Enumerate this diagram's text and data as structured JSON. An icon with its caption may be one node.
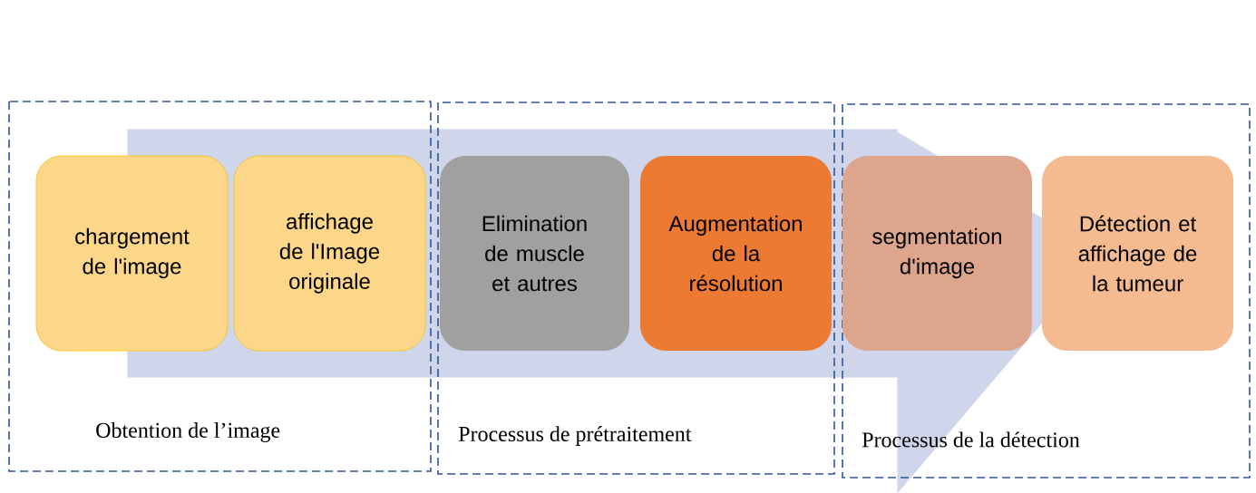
{
  "diagram": {
    "nodes": [
      {
        "text": [
          "Obtention de l’image"
        ]
      },
      {
        "text": [
          "chargement de l'image"
        ],
        "in": 0
      },
      {
        "text": [
          "affichage de l'Image originale"
        ],
        "in": 0
      },
      {
        "text": [
          "Processus de prétraitement"
        ]
      },
      {
        "text": [
          "Elimination de muscle et autres"
        ],
        "in": 3
      },
      {
        "text": [
          "Augmentation de la résolution"
        ],
        "in": 3
      },
      {
        "text": [
          "Processus de la détection"
        ]
      },
      {
        "text": [
          "segmentation d'image"
        ],
        "in": 6
      },
      {
        "text": [
          "Détection et affichage de la tumeur"
        ],
        "in": 6
      }
    ],
    "edges": [
      {
        "from": 1,
        "to": 8,
        "arrow": "to"
      }
    ]
  }
}
